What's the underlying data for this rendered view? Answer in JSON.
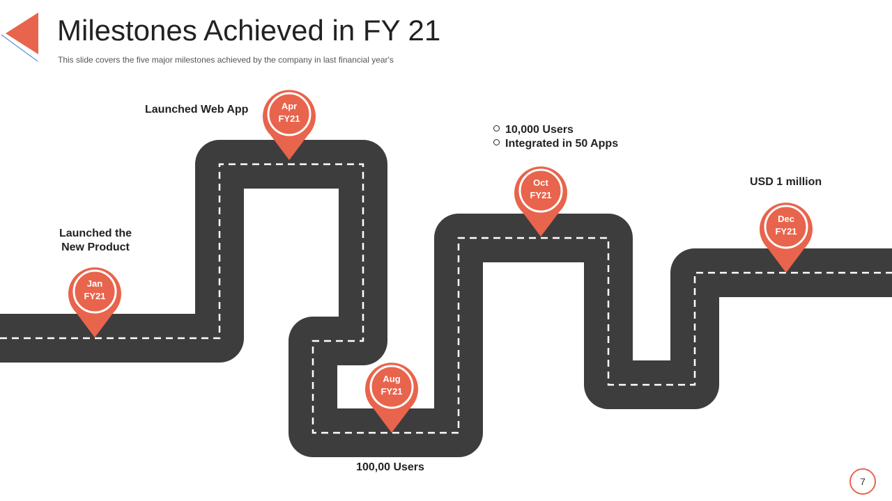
{
  "header": {
    "title": "Milestones Achieved in FY 21",
    "subtitle": "This slide covers the five major milestones achieved by the company in last financial year's"
  },
  "milestones": [
    {
      "month": "Jan",
      "year": "FY21",
      "description": "Launched the\nNew Product"
    },
    {
      "month": "Apr",
      "year": "FY21",
      "description": "Launched Web App"
    },
    {
      "month": "Aug",
      "year": "FY21",
      "description": "100,00 Users"
    },
    {
      "month": "Oct",
      "year": "FY21",
      "description_items": [
        "10,000 Users",
        "Integrated in 50 Apps"
      ]
    },
    {
      "month": "Dec",
      "year": "FY21",
      "description": "USD 1 million"
    }
  ],
  "colors": {
    "accent": "#e8644c",
    "road": "#3d3d3d",
    "lane": "#ffffff",
    "text": "#222222"
  },
  "page_number": "7"
}
